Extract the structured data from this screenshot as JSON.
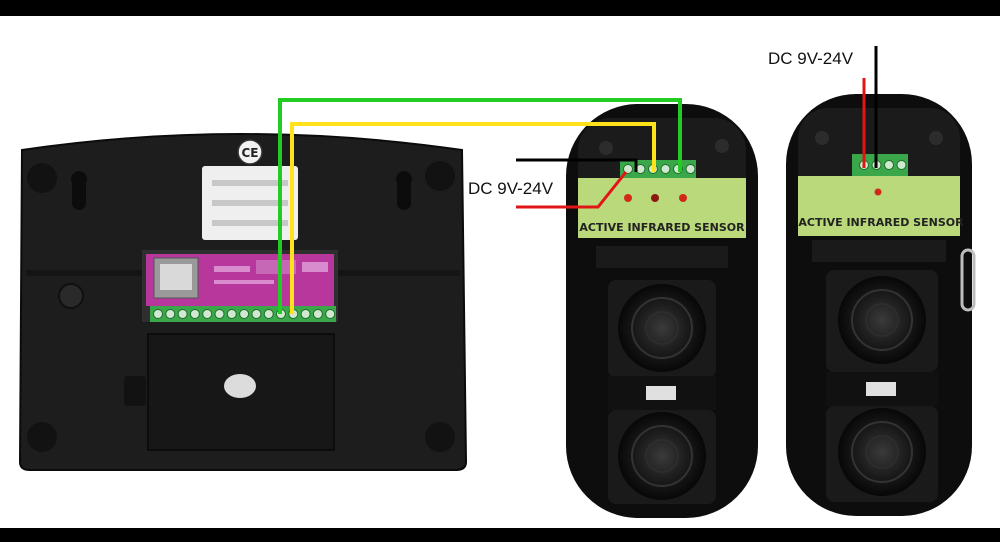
{
  "diagram": {
    "labels": {
      "power_left": "DC 9V-24V",
      "power_right": "DC 9V-24V"
    },
    "panel": {
      "cert_mark": "CE"
    },
    "sensor_left": {
      "name": "ACTIVE INFRARED SENSOR"
    },
    "sensor_right": {
      "name": "ACTIVE INFRARED SENSOR"
    },
    "colors": {
      "wire_green": "#22cc22",
      "wire_yellow": "#ffe21a",
      "wire_red": "#e01616",
      "wire_black": "#000000",
      "sensor_band": "#b9d97a",
      "terminal_green": "#3aa84a",
      "pcb_purple": "#b8379c"
    }
  }
}
